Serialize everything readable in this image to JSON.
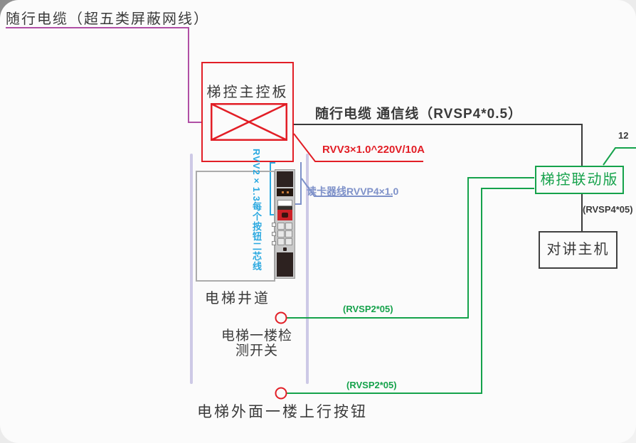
{
  "colors": {
    "background": "#fbfbfb",
    "magenta_cable": "#b04fa5",
    "red": "#e21e26",
    "green": "#15a24b",
    "reader_blue": "#7e91c9",
    "button_azure": "#29a8e0",
    "ink": "#3a3a3a",
    "shaft_lavender": "#cdc9e6"
  },
  "nodes": {
    "main_board": "梯控主控板",
    "linkage_board": "梯控联动版",
    "intercom": "对讲主机"
  },
  "wires": {
    "traveling_cable": "随行电缆（超五类屏蔽网线）",
    "comm_line": "随行电缆 通信线（RVSP4*0.5）",
    "power_line": "RVV3×1.0^220V/10A",
    "reader_line": "读卡器线RVVP4×1.0",
    "button_wire": "RVV2×1.3每个按钮二芯线",
    "port_number": "12",
    "linkage_cable": "(RVSP4*05)",
    "switch_cable": "(RVSP2*05)",
    "button_cable": "(RVSP2*05)"
  },
  "annotations": {
    "shaft": "电梯井道",
    "switch_line1": "电梯一楼检",
    "switch_line2": "测开关",
    "up_button": "电梯外面一楼上行按钮"
  }
}
